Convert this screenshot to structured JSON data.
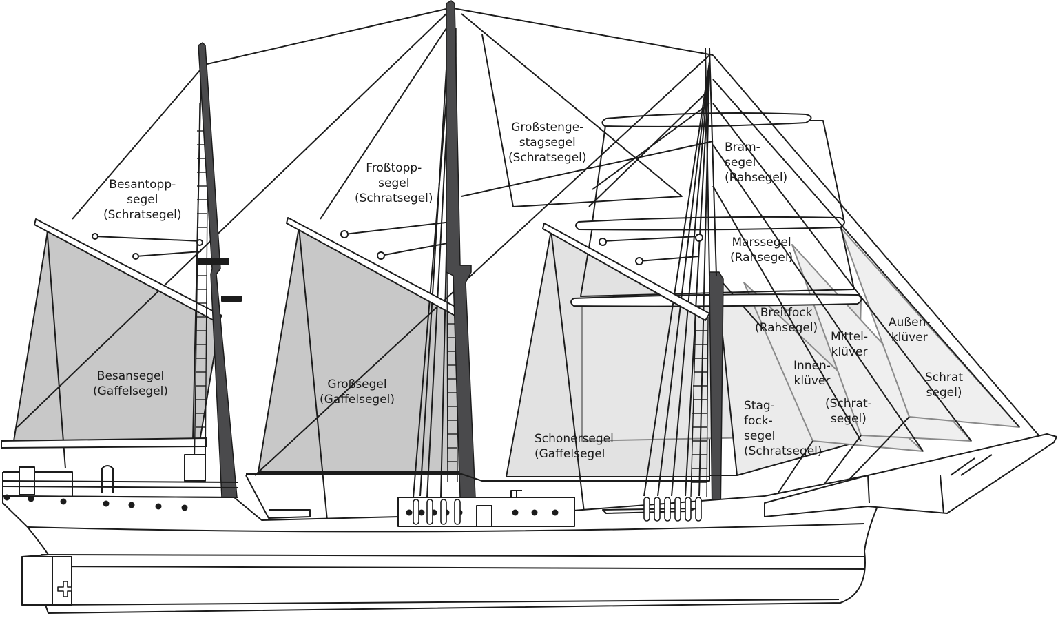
{
  "colors": {
    "outline": "#1c1c1c",
    "mast_dark": "#4a4a4c",
    "sail_gaff": "#c8c8c8",
    "sail_light": "#e4e4e4",
    "sail_headsail": "#ececec",
    "hull": "#ffffff"
  },
  "labels": {
    "besantopp": [
      "Besantopp-",
      "segel",
      "(Schratsegel)"
    ],
    "besan": [
      "Besansegel",
      "(Gaffelsegel)"
    ],
    "frosstopp": [
      "Froßtopp-",
      "segel",
      "(Schratsegel)"
    ],
    "gross": [
      "Großsegel",
      "(Gaffelsegel)"
    ],
    "grossstenge": [
      "Großstenge-",
      "stagsegel",
      "(Schratsegel)"
    ],
    "schoner": [
      "Schonersegel",
      "(Gaffelsegel"
    ],
    "bram": [
      "Bram-",
      "segel",
      "(Rahsegel)"
    ],
    "mars": [
      "Marssegel",
      "(Rahsegel)"
    ],
    "breitfock": [
      "Breitfock",
      "(Rahsegel)"
    ],
    "stagfock": [
      "Stag-",
      "fock-",
      "segel",
      "(Schratsegel)"
    ],
    "innen": [
      "Innen-",
      "klüver"
    ],
    "mittel": [
      "Mittel-",
      "klüver"
    ],
    "schrat_mid": [
      "(Schrat-",
      "segel)"
    ],
    "aussen": [
      "Außen-",
      "klüver"
    ],
    "schrat_right": [
      "Schrat",
      "segel)"
    ]
  },
  "icons": {
    "rudder_mark": "cross-arrow-icon"
  }
}
